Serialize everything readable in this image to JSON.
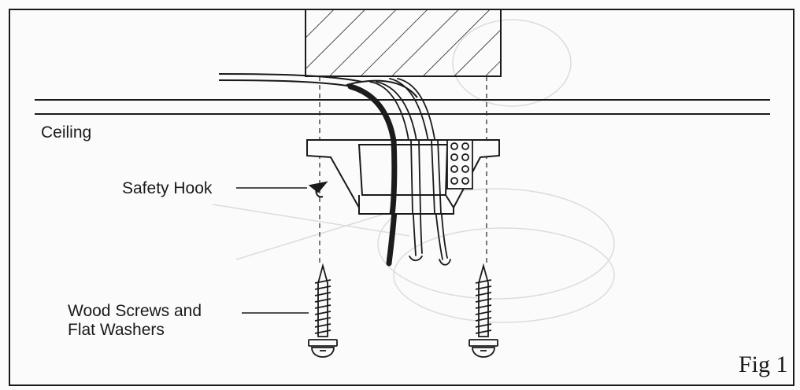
{
  "labels": {
    "ceiling": "Ceiling",
    "safety_hook": "Safety Hook",
    "wood_screws_line1": "Wood Screws and",
    "wood_screws_line2": "Flat Washers",
    "figure": "Fig 1"
  },
  "colors": {
    "ink": "#1a1a1a",
    "paper": "#fbfbfb",
    "wire_dark": "#1c1c1c",
    "bleed_through": "#d9d9d9"
  }
}
